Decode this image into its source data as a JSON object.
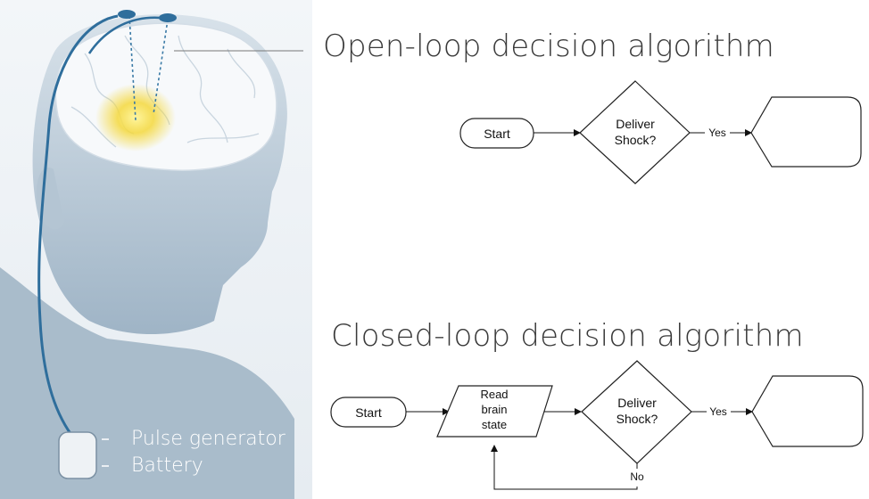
{
  "illustration": {
    "labels": {
      "pulse_generator": "Pulse generator",
      "battery": "Battery"
    },
    "colors": {
      "body": "#bccbd8",
      "brain_glow": "#f7e26b",
      "lead_wire": "#2f6e9c"
    }
  },
  "open_loop": {
    "title": "Open-loop decision algorithm",
    "start_label": "Start",
    "decision_line1": "Deliver",
    "decision_line2": "Shock?",
    "yes_label": "Yes"
  },
  "closed_loop": {
    "title": "Closed-loop decision algorithm",
    "start_label": "Start",
    "read_line1": "Read",
    "read_line2": "brain",
    "read_line3": "state",
    "decision_line1": "Deliver",
    "decision_line2": "Shock?",
    "yes_label": "Yes",
    "no_label": "No"
  }
}
